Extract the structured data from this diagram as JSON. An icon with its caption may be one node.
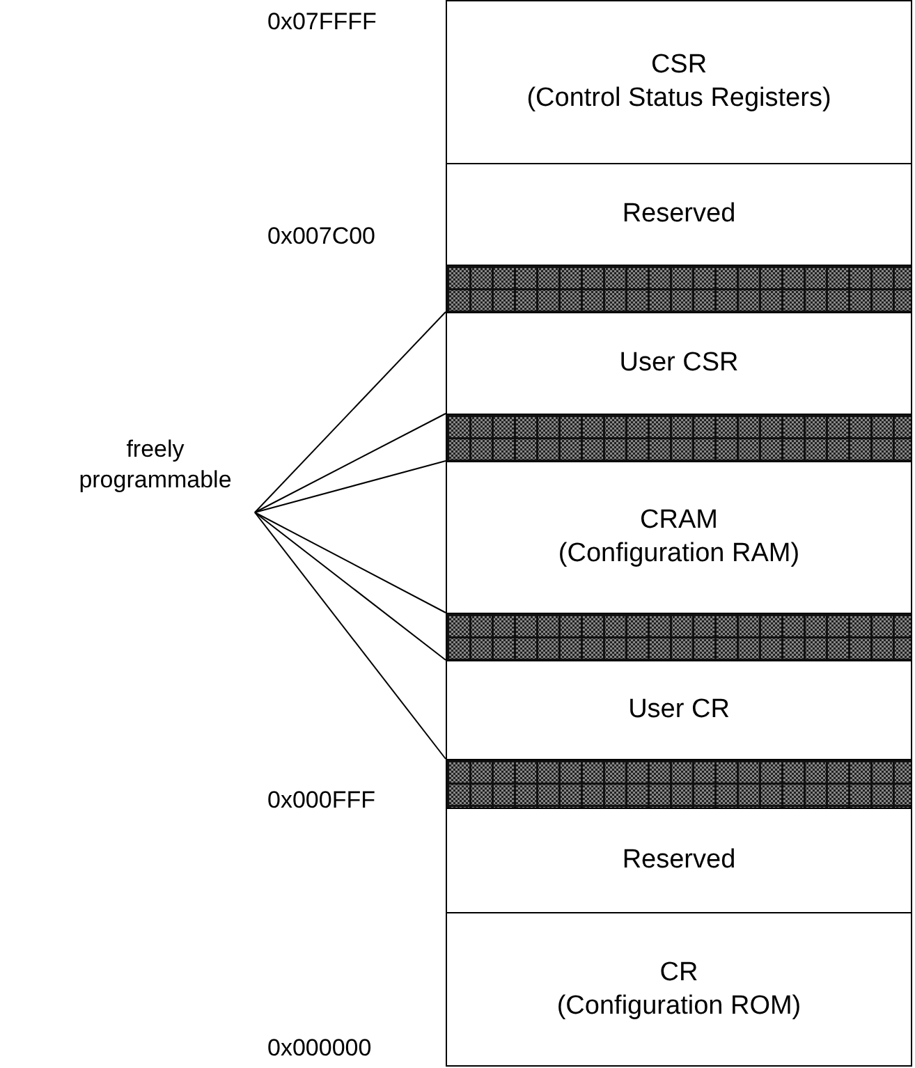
{
  "diagram": {
    "nodes": [
      {
        "text": [
          "CSR",
          "(Control Status Registers)"
        ]
      },
      {
        "text": [
          "Reserved"
        ]
      },
      {
        "text": [],
        "shape": "bar"
      },
      {
        "text": [
          "User CSR"
        ]
      },
      {
        "text": [],
        "shape": "bar"
      },
      {
        "text": [
          "CRAM",
          "(Configuration RAM)"
        ]
      },
      {
        "text": [],
        "shape": "bar"
      },
      {
        "text": [
          "User CR"
        ]
      },
      {
        "text": [],
        "shape": "bar"
      },
      {
        "text": [
          "Reserved"
        ]
      },
      {
        "text": [
          "CR",
          "(Configuration ROM)"
        ]
      },
      {
        "text": [
          "freely programmable"
        ]
      }
    ],
    "edges": [
      {
        "from": 11,
        "to": 3,
        "arrow": "none"
      },
      {
        "from": 11,
        "to": 3,
        "arrow": "none"
      },
      {
        "from": 11,
        "to": 5,
        "arrow": "none"
      },
      {
        "from": 11,
        "to": 5,
        "arrow": "none"
      },
      {
        "from": 11,
        "to": 7,
        "arrow": "none"
      },
      {
        "from": 11,
        "to": 7,
        "arrow": "none"
      }
    ],
    "labels": [
      "0x07FFFF",
      "0x007C00",
      "0x000FFF",
      "0x000000"
    ]
  }
}
